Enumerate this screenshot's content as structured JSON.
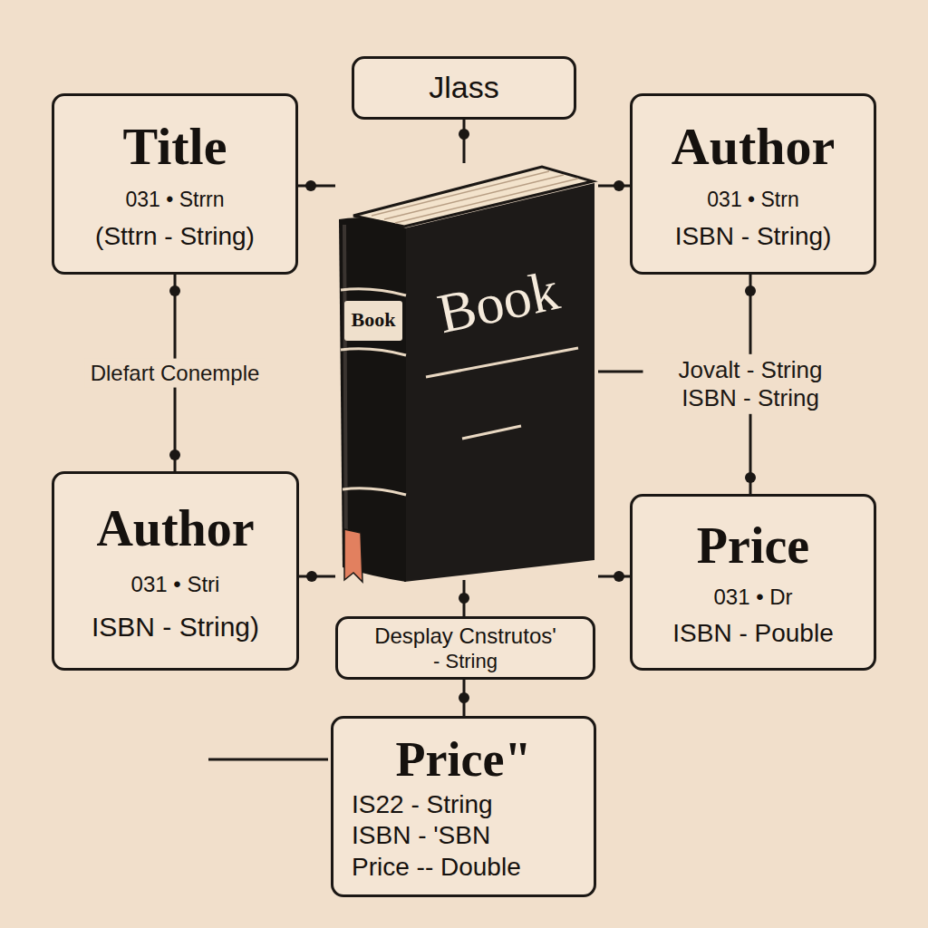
{
  "diagram": {
    "nodes": [
      {
        "text": [
          "Jlass"
        ]
      },
      {
        "text": [
          "Title",
          "031 • Strrn",
          "(Sttrn - String)"
        ]
      },
      {
        "text": [
          "Author",
          "031 • Strn",
          "ISBN - String)"
        ]
      },
      {
        "text": [
          "Book",
          "Book"
        ]
      },
      {
        "text": [
          "Author",
          "031 • Stri",
          "ISBN - String)"
        ]
      },
      {
        "text": [
          "Price",
          "031 • Dr",
          "ISBN - Pouble"
        ]
      },
      {
        "text": [
          "Desplay Cnstrutos'",
          "- String"
        ]
      },
      {
        "text": [
          "Price\"",
          "IS22 - String",
          "ISBN - 'SBN",
          "Price -- Double"
        ]
      }
    ],
    "edges": [
      {
        "from": 0,
        "to": 3,
        "arrow": "none"
      },
      {
        "from": 1,
        "to": 3,
        "arrow": "none"
      },
      {
        "from": 2,
        "to": 3,
        "arrow": "none"
      },
      {
        "from": 1,
        "to": 4,
        "label": "Dlefart Conemple",
        "arrow": "none"
      },
      {
        "from": 2,
        "to": 5,
        "label": "Jovalt - String ISBN - String",
        "arrow": "none"
      },
      {
        "from": 4,
        "to": 3,
        "arrow": "none"
      },
      {
        "from": 5,
        "to": 3,
        "arrow": "none"
      },
      {
        "from": 3,
        "to": 6,
        "arrow": "none"
      },
      {
        "from": 6,
        "to": 7,
        "arrow": "none"
      }
    ]
  }
}
